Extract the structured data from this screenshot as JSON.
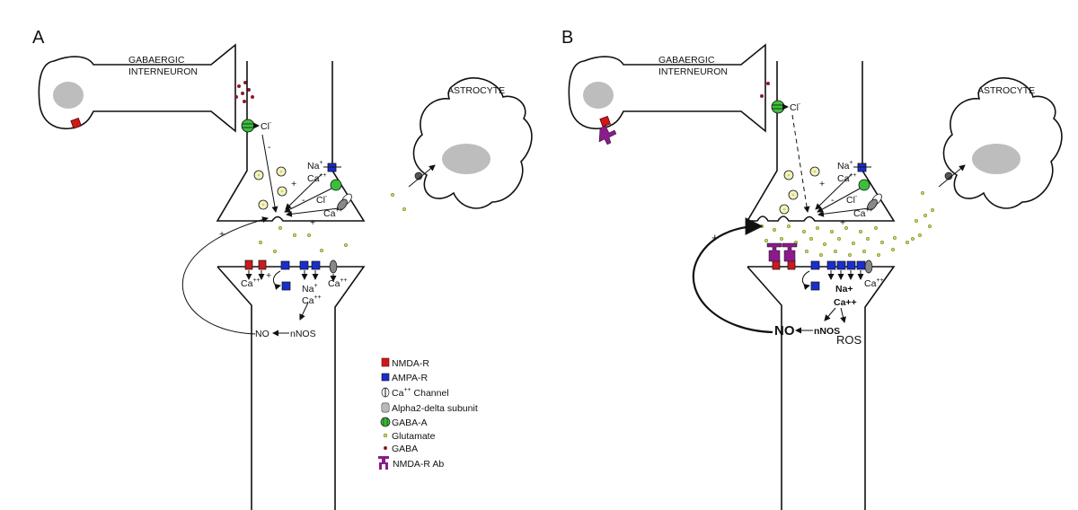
{
  "panels": {
    "a": {
      "letter": "A",
      "interneuron": [
        "GABAERGIC",
        "INTERNEURON"
      ],
      "astrocyte": "ASTROCYTE",
      "cl_top": "Cl",
      "cl_top_sup": "-",
      "minus_left": "-",
      "na": "Na",
      "na_sup": "+",
      "ca": "Ca",
      "ca_sup": "++",
      "plus": "+",
      "cl_mid": "Cl",
      "cl_mid_sup": "-",
      "minus_mid": "-",
      "ca_channel": "Ca",
      "ca_channel_sup": "++",
      "plus_bottom": "+",
      "plus_loop": "+",
      "post_ca_left": "Ca",
      "post_ca_left_sup": "++",
      "post_plus": "+",
      "post_na": "Na",
      "post_na_sup": "+",
      "post_ca_mid": "Ca",
      "post_ca_mid_sup": "++",
      "post_ca_right": "Ca",
      "post_ca_right_sup": "++",
      "no": "NO",
      "nnos": "nNOS"
    },
    "b": {
      "letter": "B",
      "interneuron": [
        "GABAERGIC",
        "INTERNEURON"
      ],
      "astrocyte": "ASTROCYTE",
      "cl_top": "Cl",
      "cl_top_sup": "-",
      "na": "Na",
      "na_sup": "+",
      "ca": "Ca",
      "ca_sup": "++",
      "plus": "+",
      "minus_mid": "-",
      "cl_mid": "Cl",
      "cl_mid_sup": "-",
      "ca_channel": "Ca",
      "ca_channel_sup": "++",
      "plus_bottom": "+",
      "plus_loop": "+",
      "post_ca_right": "Ca",
      "post_ca_right_sup": "++",
      "post_na": "Na+",
      "post_ca": "Ca++",
      "no": "NO",
      "nnos": "nNOS",
      "ros": "ROS"
    }
  },
  "legend": [
    {
      "icon": "nmda-receptor-icon",
      "label": "NMDA-R",
      "color": "#cc1a1a"
    },
    {
      "icon": "ampa-receptor-icon",
      "label": "AMPA-R",
      "color": "#1a2ecc"
    },
    {
      "icon": "ca-channel-icon",
      "label": "Ca",
      "sup": "++",
      "after": " Channel",
      "color": "#888888"
    },
    {
      "icon": "alpha2-delta-icon",
      "label": "Alpha2-delta subunit",
      "color": "#ffffff"
    },
    {
      "icon": "gaba-a-icon",
      "label": "GABA-A",
      "color": "#3bbf3b"
    },
    {
      "icon": "glutamate-icon",
      "label": "Glutamate",
      "color": "#c8d85a"
    },
    {
      "icon": "gaba-icon",
      "label": "GABA",
      "color": "#8b1a2a"
    },
    {
      "icon": "nmda-antibody-icon",
      "label": "NMDA-R Ab",
      "color": "#8b1a8b"
    }
  ],
  "colors": {
    "nmda": "#cc1a1a",
    "ampa": "#1a2ecc",
    "gaba_a": "#3bbf3b",
    "glutamate": "#c8d85a",
    "gaba": "#8b1a2a",
    "antibody": "#8b1a8b",
    "nucleus": "#bdbdbd"
  }
}
